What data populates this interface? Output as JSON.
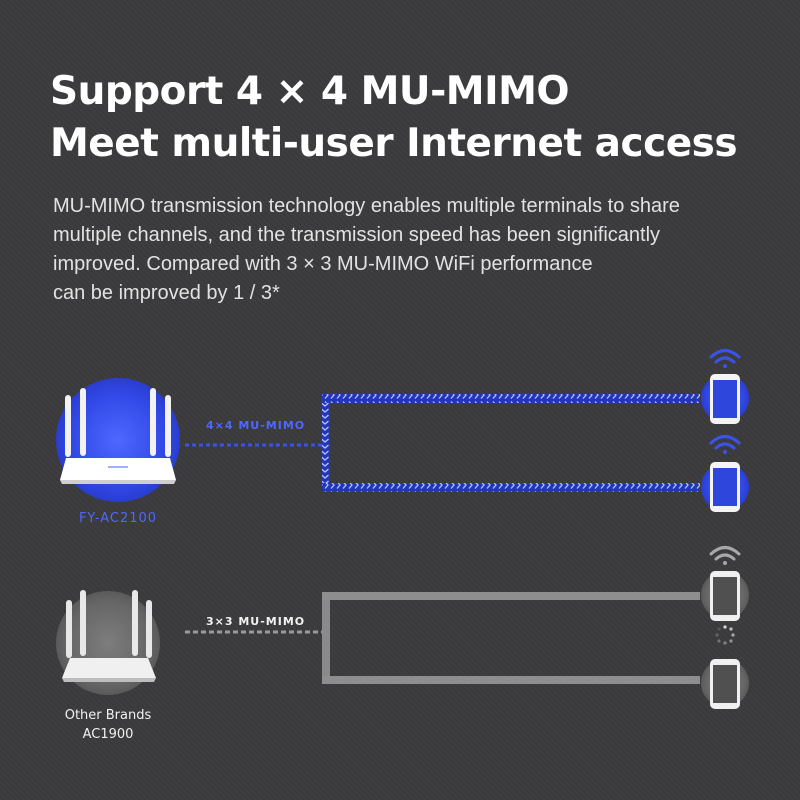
{
  "headline": {
    "line1": "Support 4 × 4 MU-MIMO",
    "line2": "Meet multi-user Internet access"
  },
  "description": {
    "line1": "MU-MIMO transmission technology enables multiple terminals to share",
    "line2": "multiple channels, and the transmission speed has been significantly",
    "line3": "improved. Compared with 3 × 3 MU-MIMO WiFi performance",
    "line4": "can be improved by 1 / 3*"
  },
  "product": {
    "link_label": "4×4 MU-MIMO",
    "name": "FY-AC2100",
    "accent_color": "#3a52e8"
  },
  "competitor": {
    "link_label": "3×3 MU-MIMO",
    "name_line1": "Other Brands",
    "name_line2": "AC1900",
    "line_color": "#9a9a9a"
  },
  "icons": [
    "router-icon",
    "phone-icon",
    "wifi-icon",
    "loading-spinner-icon"
  ]
}
